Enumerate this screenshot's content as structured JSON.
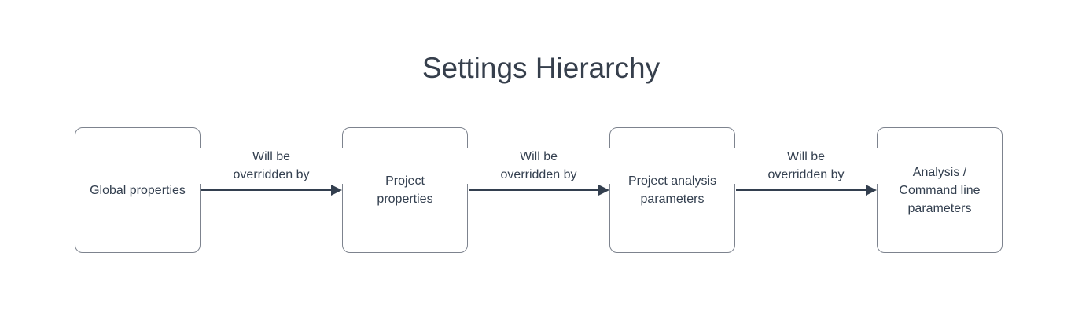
{
  "title": "Settings Hierarchy",
  "colors": {
    "background": "#ffffff",
    "text": "#333f4f",
    "node_border": "#7d838e",
    "arrow": "#333f4f"
  },
  "diagram": {
    "type": "flowchart-left-to-right",
    "nodes": [
      {
        "id": "global-properties",
        "label": "Global properties"
      },
      {
        "id": "project-properties",
        "label": "Project\nproperties"
      },
      {
        "id": "project-analysis-parameters",
        "label": "Project analysis\nparameters"
      },
      {
        "id": "analysis-command-line-parameters",
        "label": "Analysis /\nCommand line\nparameters"
      }
    ],
    "edges": [
      {
        "from": "global-properties",
        "to": "project-properties",
        "label": "Will be\noverridden by"
      },
      {
        "from": "project-properties",
        "to": "project-analysis-parameters",
        "label": "Will be\noverridden by"
      },
      {
        "from": "project-analysis-parameters",
        "to": "analysis-command-line-parameters",
        "label": "Will be\noverridden by"
      }
    ]
  }
}
